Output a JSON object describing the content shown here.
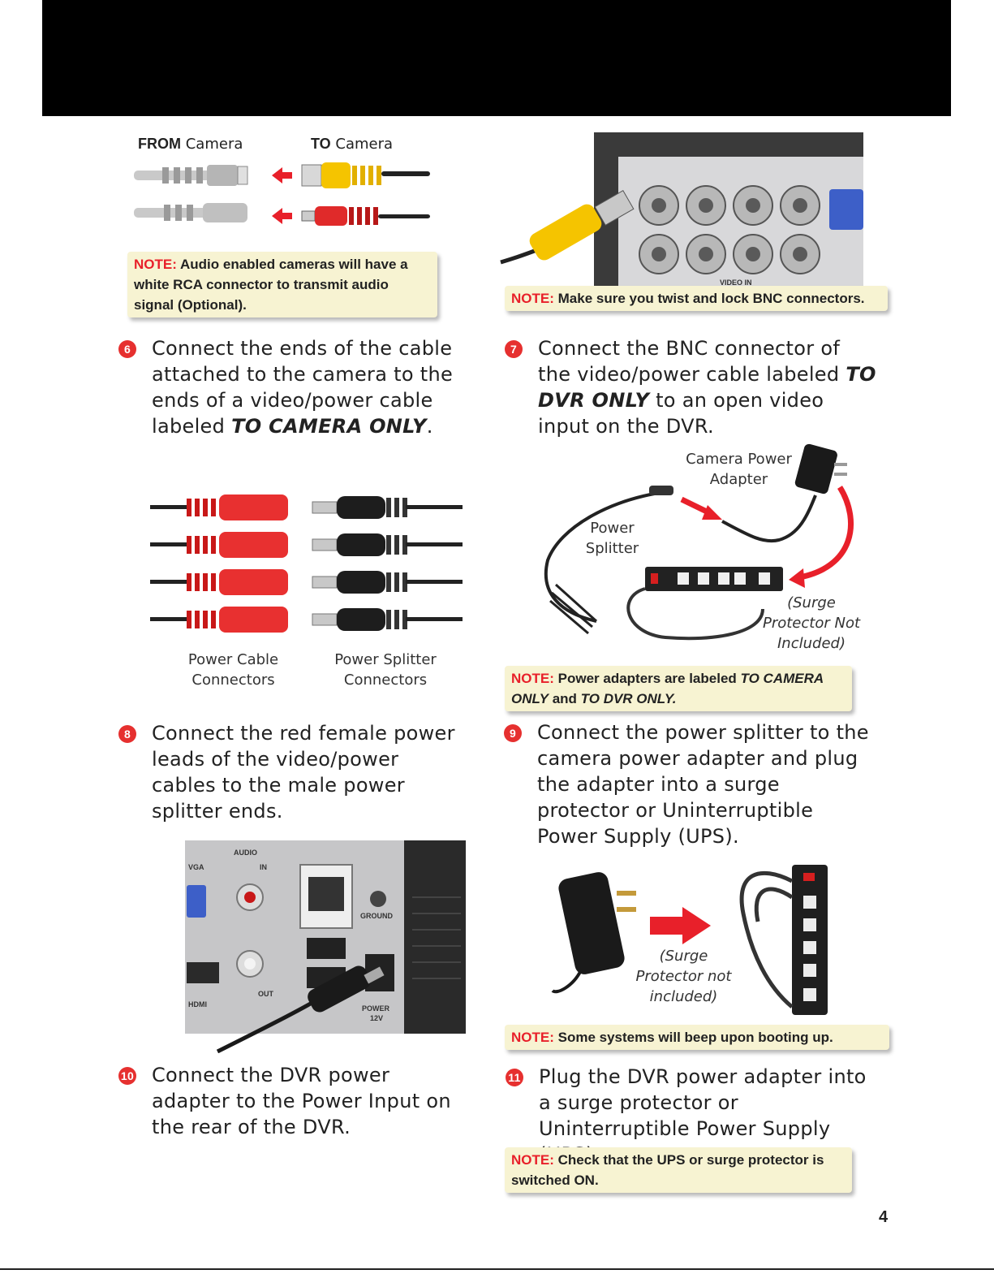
{
  "page_number": "4",
  "fig1": {
    "from_bold": "FROM",
    "from_text": "Camera",
    "to_bold": "TO",
    "to_text": "Camera"
  },
  "notes": {
    "n1_label": "NOTE:",
    "n1_text": "Audio enabled cameras will have a white RCA connector to transmit audio signal (Optional).",
    "n2_label": "NOTE:",
    "n2_text": "Make sure you twist and lock BNC connectors.",
    "n3_label": "NOTE:",
    "n3_text_a": "Power adapters are labeled",
    "n3_em_a": "TO CAMERA ONLY",
    "n3_text_b": "and",
    "n3_em_b": "TO DVR ONLY.",
    "n4_label": "NOTE:",
    "n4_text": "Some systems will beep upon booting up.",
    "n5_label": "NOTE:",
    "n5_text": "Check that the UPS or surge protector is switched ON."
  },
  "steps": {
    "s6": {
      "num": "6",
      "text_a": "Connect the ends of the cable attached to the camera to the ends of a video/power cable labeled",
      "em": "TO CAMERA ONLY",
      "text_b": "."
    },
    "s7": {
      "num": "7",
      "text_a": "Connect the BNC connector of the video/power cable labeled",
      "em": "TO DVR ONLY",
      "text_b": "to an open video input on the DVR."
    },
    "s8": {
      "num": "8",
      "text": "Connect the red female power leads of the video/power cables to the male power splitter ends."
    },
    "s9": {
      "num": "9",
      "text": "Connect the power splitter to the camera power adapter and plug the adapter into a surge protector or Uninterruptible Power Supply (UPS)."
    },
    "s10": {
      "num": "10",
      "text": "Connect the DVR power adapter to the Power Input on the rear of the DVR."
    },
    "s11": {
      "num": "11",
      "text": "Plug the DVR power adapter into a surge protector or Uninterruptible Power Supply (UPS)."
    }
  },
  "labels": {
    "power_cable_connectors": "Power Cable Connectors",
    "power_splitter_connectors": "Power Splitter Connectors",
    "camera_power_adapter": "Camera Power Adapter",
    "power_splitter": "Power Splitter",
    "surge_not_included_1": "(Surge Protector Not Included)",
    "surge_not_included_2": "(Surge Protector not included)"
  },
  "panel_text": {
    "video_in": "VIDEO IN",
    "vga": "VGA",
    "audio": "AUDIO",
    "in": "IN",
    "out": "OUT",
    "ground": "GROUND",
    "power": "POWER",
    "v12": "12V",
    "hdmi": "HDMI"
  },
  "colors": {
    "accent_red": "#e8202a",
    "note_bg": "#f7f3d2",
    "cable_yellow": "#f5c400"
  }
}
